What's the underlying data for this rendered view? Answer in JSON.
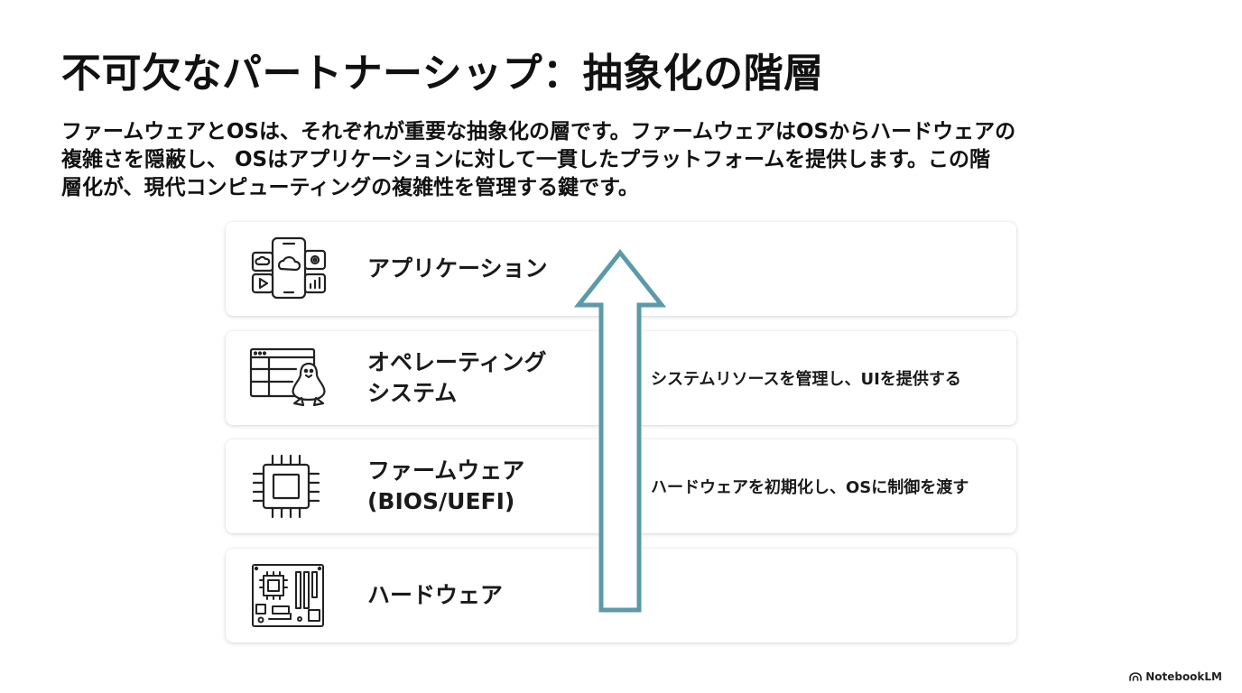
{
  "slide": {
    "title": "不可欠なパートナーシップ：抽象化の階層",
    "description_lines": [
      "ファームウェアとOSは、それぞれが重要な抽象化の層です。ファームウェアはOSからハードウェアの",
      "複雑さを隠蔽し、 OSはアプリケーションに対して一貫したプラットフォームを提供します。この階",
      "層化が、現代コンピューティングの複雑性を管理する鍵です。"
    ]
  },
  "layers": [
    {
      "name_lines": [
        "アプリケーション"
      ],
      "note": "",
      "icon": "smartphone-apps-icon"
    },
    {
      "name_lines": [
        "オペレーティング",
        "システム"
      ],
      "note": "システムリソースを管理し、UIを提供する",
      "icon": "os-window-penguin-icon"
    },
    {
      "name_lines": [
        "ファームウェア",
        "(BIOS/UEFI)"
      ],
      "note": "ハードウェアを初期化し、OSに制御を渡す",
      "icon": "chip-icon"
    },
    {
      "name_lines": [
        "ハードウェア"
      ],
      "note": "",
      "icon": "motherboard-icon"
    }
  ],
  "arrow": {
    "color": "#5b9aa8",
    "direction": "up"
  },
  "brand": {
    "label": "NotebookLM"
  }
}
